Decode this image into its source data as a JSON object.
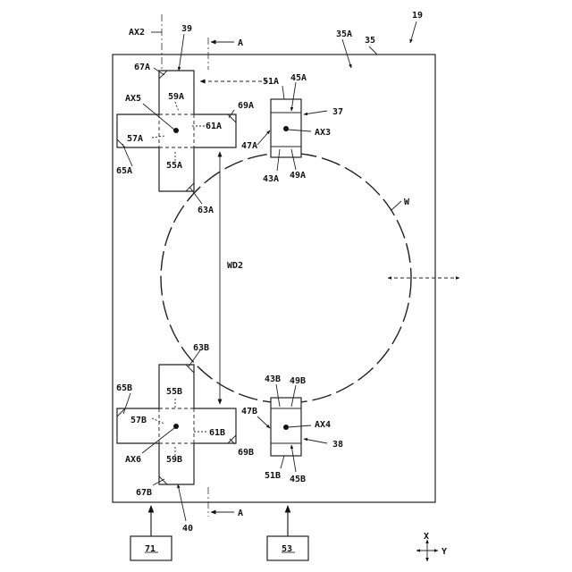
{
  "labels": {
    "n19": "19",
    "n35": "35",
    "n35A": "35A",
    "AX2": "AX2",
    "n39": "39",
    "A_top": "A",
    "A_bottom": "A",
    "n67A": "67A",
    "n59A": "59A",
    "AX5": "AX5",
    "n61A": "61A",
    "n69A": "69A",
    "n57A": "57A",
    "n65A": "65A",
    "n55A": "55A",
    "n63A": "63A",
    "n51A": "51A",
    "n45A": "45A",
    "n37": "37",
    "AX3": "AX3",
    "n47A": "47A",
    "n43A": "43A",
    "n49A": "49A",
    "W": "W",
    "WD2": "WD2",
    "n63B": "63B",
    "n65B": "65B",
    "n55B": "55B",
    "n57B": "57B",
    "n61B": "61B",
    "AX6": "AX6",
    "n69B": "69B",
    "n59B": "59B",
    "n67B": "67B",
    "n40": "40",
    "n43B": "43B",
    "n49B": "49B",
    "n47B": "47B",
    "AX4": "AX4",
    "n38": "38",
    "n51B": "51B",
    "n45B": "45B",
    "n71": "71",
    "n53": "53",
    "X": "X",
    "Y": "Y"
  }
}
